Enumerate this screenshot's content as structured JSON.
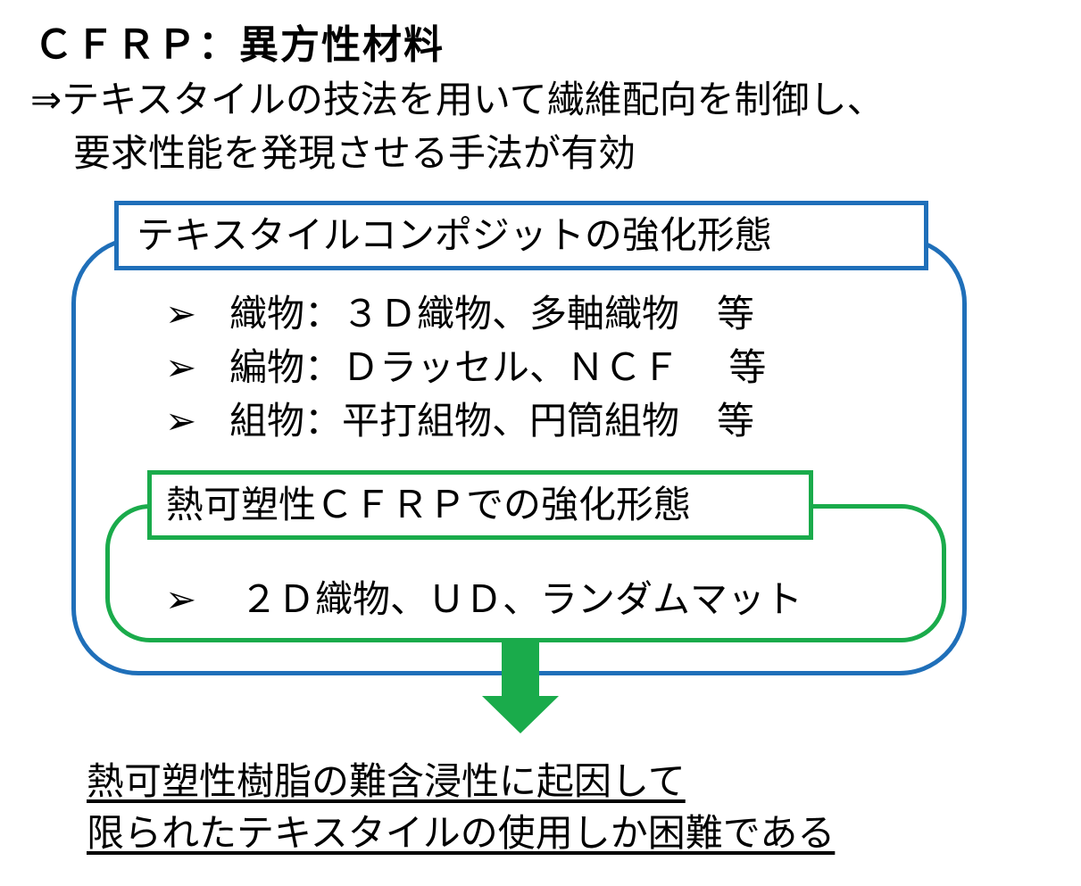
{
  "title": "ＣＦＲＰ：異方性材料",
  "intro": {
    "line1": "⇒テキスタイルの技法を用いて繊維配向を制御し、",
    "line2": "要求性能を発現させる手法が有効"
  },
  "textile_box": {
    "title": "テキスタイルコンポジットの強化形態",
    "bullet_icon": "➢",
    "items": [
      "織物：３Ｄ織物、多軸織物　等",
      "編物：Ｄラッセル、ＮＣＦ　 等",
      "組物：平打組物、円筒組物　等"
    ]
  },
  "thermoplastic_box": {
    "title": "熱可塑性ＣＦＲＰでの強化形態",
    "items": [
      "２Ｄ織物、ＵＤ、ランダムマット"
    ]
  },
  "conclusion": {
    "line1": "熱可塑性樹脂の難含浸性に起因して",
    "line2": "限られたテキスタイルの使用しか困難である"
  },
  "colors": {
    "blue": "#1f6fb9",
    "green": "#1aab4b"
  }
}
